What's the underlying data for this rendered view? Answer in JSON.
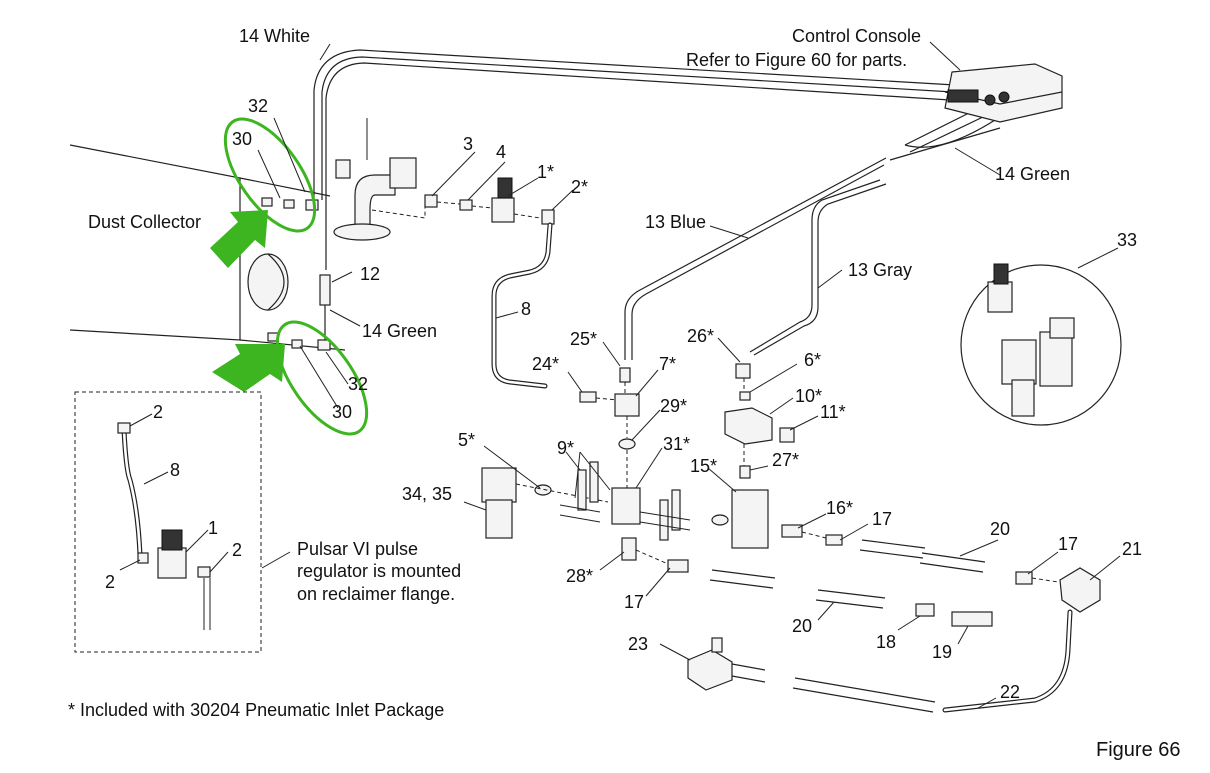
{
  "figure_label": "Figure 66",
  "footnote": "* Included with 30204 Pneumatic Inlet Package",
  "callouts": {
    "control_console_line1": "Control Console",
    "control_console_line2": "Refer to Figure 60 for parts.",
    "dust_collector": "Dust Collector",
    "pulsar_line1": "Pulsar VI pulse",
    "pulsar_line2": "regulator is mounted",
    "pulsar_line3": "on reclaimer flange."
  },
  "hose_labels": {
    "white_14": "14 White",
    "green_14_top": "14 Green",
    "green_14_mid": "14 Green",
    "blue_13": "13 Blue",
    "gray_13": "13 Gray"
  },
  "part_numbers": {
    "p1": "1*",
    "p2": "2*",
    "p3": "3",
    "p4": "4",
    "p5": "5*",
    "p6": "6*",
    "p7": "7*",
    "p8": "8",
    "p9": "9*",
    "p10": "10*",
    "p11": "11*",
    "p12": "12",
    "p15": "15*",
    "p16": "16*",
    "p17a": "17",
    "p17b": "17",
    "p17c": "17",
    "p18": "18",
    "p19": "19",
    "p20a": "20",
    "p20b": "20",
    "p21": "21",
    "p22": "22",
    "p23": "23",
    "p24": "24*",
    "p25": "25*",
    "p26": "26*",
    "p27": "27*",
    "p28": "28*",
    "p29": "29*",
    "p30a": "30",
    "p30b": "30",
    "p31": "31*",
    "p32a": "32",
    "p32b": "32",
    "p33": "33",
    "p3435": "34, 35",
    "inset_p1": "1",
    "inset_p2a": "2",
    "inset_p2b": "2",
    "inset_p2c": "2",
    "inset_p8": "8"
  },
  "colors": {
    "highlight_green": "#3cb521",
    "line": "#222222",
    "background": "#ffffff"
  }
}
